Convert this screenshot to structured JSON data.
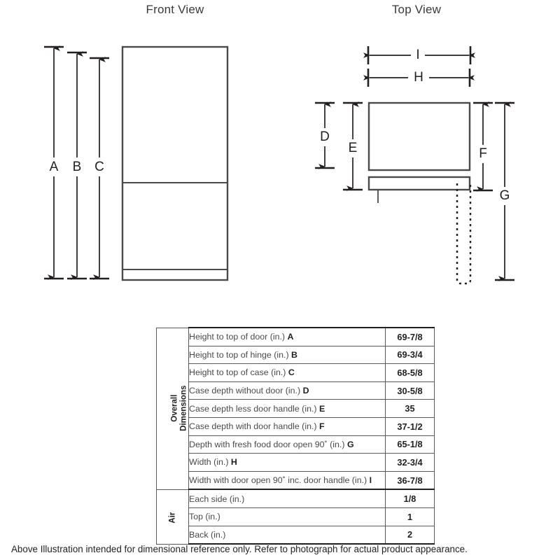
{
  "views": {
    "front": {
      "title": "Front View",
      "dimension_labels": [
        "A",
        "B",
        "C"
      ]
    },
    "top": {
      "title": "Top View",
      "vertical_labels": [
        "D",
        "E",
        "F",
        "G"
      ],
      "horizontal_labels": [
        "I",
        "H"
      ]
    }
  },
  "table": {
    "groups": [
      {
        "name": "Overall Dimensions",
        "name_lines": [
          "Overall",
          "Dimensions"
        ],
        "rows": [
          {
            "description": "Height to top of door (in.)",
            "key": "A",
            "value": "69-7/8"
          },
          {
            "description": "Height to top of hinge (in.)",
            "key": "B",
            "value": "69-3/4"
          },
          {
            "description": "Height to top of case (in.)",
            "key": "C",
            "value": "68-5/8"
          },
          {
            "description": "Case depth without door (in.)",
            "key": "D",
            "value": "30-5/8"
          },
          {
            "description": "Case depth less door handle (in.)",
            "key": "E",
            "value": "35"
          },
          {
            "description": "Case depth with door handle (in.)",
            "key": "F",
            "value": "37-1/2"
          },
          {
            "description": "Depth with fresh food door open 90˚ (in.)",
            "key": "G",
            "value": "65-1/8"
          },
          {
            "description": "Width (in.)",
            "key": "H",
            "value": "32-3/4"
          },
          {
            "description": "Width with door open 90˚ inc. door handle (in.)",
            "key": "I",
            "value": "36-7/8"
          }
        ]
      },
      {
        "name": "Air",
        "name_lines": [
          "Air"
        ],
        "rows": [
          {
            "description": "Each side (in.)",
            "key": "",
            "value": "1/8"
          },
          {
            "description": "Top (in.)",
            "key": "",
            "value": "1"
          },
          {
            "description": "Back (in.)",
            "key": "",
            "value": "2"
          }
        ]
      }
    ]
  },
  "footnote": "Above Illustration intended for dimensional reference only. Refer to photograph for actual product appearance.",
  "colors": {
    "line": "#231f20",
    "text": "#231f20",
    "muted_text": "#4a4a4a",
    "background": "#ffffff"
  }
}
